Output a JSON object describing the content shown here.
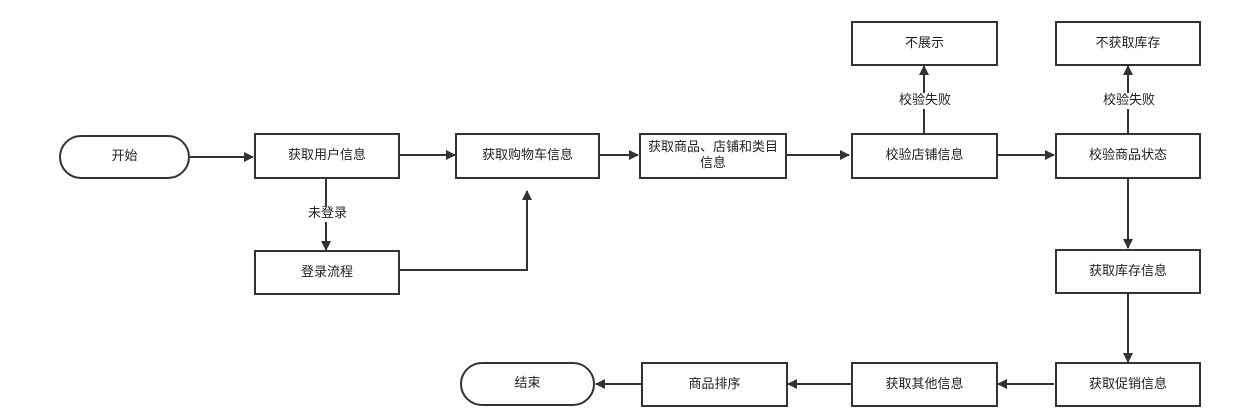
{
  "colors": {
    "stroke": "#333333",
    "text": "#222222",
    "background": "#ffffff"
  },
  "nodes": {
    "start": "开始",
    "get_user_info": "获取用户信息",
    "login_flow": "登录流程",
    "get_cart_info": "获取购物车信息",
    "get_product_store_category": "获取商品、店铺和类目信息",
    "verify_store_info": "校验店铺信息",
    "not_display": "不展示",
    "verify_product_status": "校验商品状态",
    "not_get_inventory": "不获取库存",
    "get_inventory_info": "获取库存信息",
    "get_promotion_info": "获取促销信息",
    "get_other_info": "获取其他信息",
    "product_sort": "商品排序",
    "end": "结束"
  },
  "edge_labels": {
    "not_logged_in": "未登录",
    "verify_failed_store": "校验失败",
    "verify_failed_product": "校验失败"
  }
}
